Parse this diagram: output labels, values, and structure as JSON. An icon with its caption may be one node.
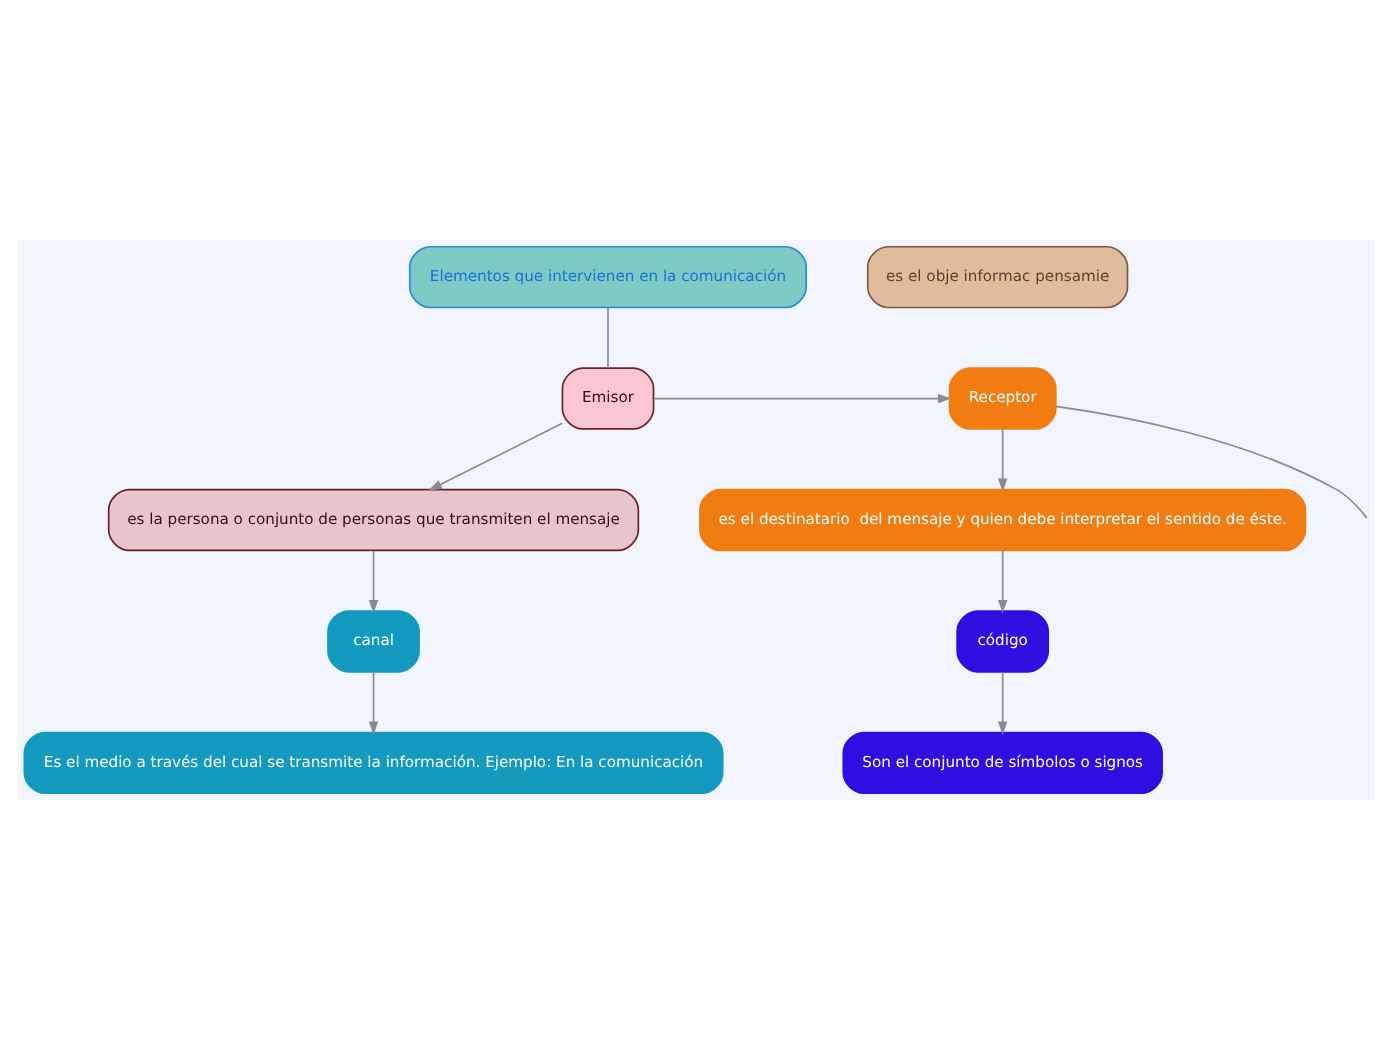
{
  "diagram": {
    "nodes": [
      {
        "text": [
          "Elementos que intervienen en la comunicación"
        ]
      },
      {
        "text": [
          "Emisor"
        ]
      },
      {
        "text": [
          "es la persona o conjunto de personas que transmiten el mensaje"
        ]
      },
      {
        "text": [
          "canal"
        ]
      },
      {
        "text": [
          "Es el medio a través del cual se transmite la información. Ejemplo: En la comunicación"
        ]
      },
      {
        "text": [
          "Receptor"
        ]
      },
      {
        "text": [
          "es el destinatario  del mensaje y quien debe interpretar el sentido de éste."
        ]
      },
      {
        "text": [
          "código"
        ]
      },
      {
        "text": [
          "Son el conjunto de símbolos o signos"
        ]
      },
      {
        "text": [
          "es el obje informac pensamie"
        ]
      }
    ],
    "edges": [
      {
        "from": 0,
        "to": 1,
        "arrow": "none"
      },
      {
        "from": 1,
        "to": 5,
        "arrow": "to"
      },
      {
        "from": 5,
        "to": null,
        "arrow": "none"
      },
      {
        "from": 1,
        "to": 2,
        "arrow": "to"
      },
      {
        "from": 2,
        "to": 3,
        "arrow": "to"
      },
      {
        "from": 3,
        "to": 4,
        "arrow": "to"
      },
      {
        "from": 5,
        "to": 6,
        "arrow": "to"
      },
      {
        "from": 6,
        "to": 7,
        "arrow": "to"
      },
      {
        "from": 7,
        "to": 8,
        "arrow": "to"
      }
    ]
  }
}
